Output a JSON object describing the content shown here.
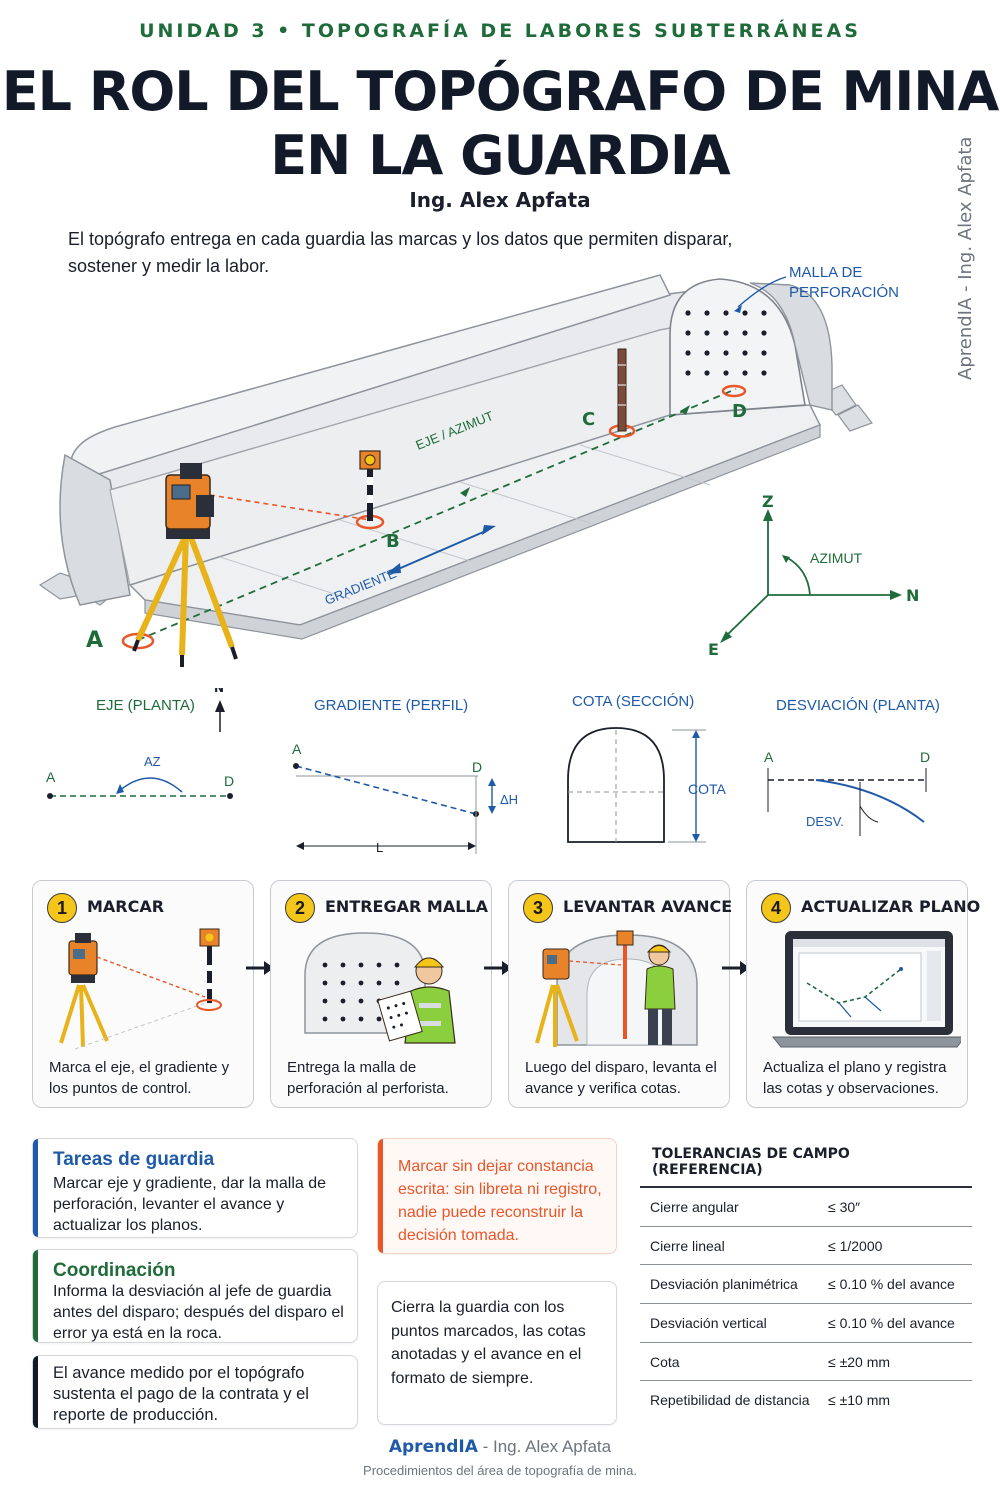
{
  "header": {
    "unit": "UNIDAD 3 • TOPOGRAFÍA DE LABORES SUBTERRÁNEAS",
    "title_line1": "EL ROL DEL TOPÓGRAFO DE MINA",
    "title_line2": "EN LA GUARDIA",
    "author": "Ing. Alex Apfata",
    "intro": "El topógrafo entrega en cada guardia las marcas y los datos que permiten disparar, sostener y medir la labor.",
    "side_credit": "AprendIA - Ing. Alex Apfata"
  },
  "hero": {
    "label_malla_1": "MALLA DE",
    "label_malla_2": "PERFORACIÓN",
    "label_eje": "EJE / AZIMUT",
    "label_gradiente": "GRADIENTE",
    "point_a": "A",
    "point_b": "B",
    "point_c": "C",
    "point_d": "D",
    "axis_z": "Z",
    "axis_n": "N",
    "axis_e": "E",
    "axis_azimut": "AZIMUT"
  },
  "views": {
    "eje": {
      "title": "EJE (PLANTA)",
      "a": "A",
      "d": "D",
      "n": "N",
      "az": "AZ"
    },
    "gradiente": {
      "title": "GRADIENTE (PERFIL)",
      "a": "A",
      "d": "D",
      "dh": "ΔH",
      "l": "L"
    },
    "cota": {
      "title": "COTA (SECCIÓN)",
      "cota": "COTA"
    },
    "desviacion": {
      "title": "DESVIACIÓN (PLANTA)",
      "a": "A",
      "d": "D",
      "desv": "DESV."
    }
  },
  "steps": [
    {
      "num": "1",
      "title": "MARCAR",
      "desc": "Marca el eje, el gradiente y los puntos de control."
    },
    {
      "num": "2",
      "title": "ENTREGAR MALLA",
      "desc": "Entrega la malla de perforación al perforista."
    },
    {
      "num": "3",
      "title": "LEVANTAR AVANCE",
      "desc": "Luego del disparo, levanta el avance y verifica cotas."
    },
    {
      "num": "4",
      "title": "ACTUALIZAR PLANO",
      "desc": "Actualiza el plano y registra las cotas y observaciones."
    }
  ],
  "cards": {
    "tareas": {
      "title": "Tareas de guardia",
      "text": "Marcar eje y gradiente, dar la malla de perforación, levanter el avance y actualizar los planos."
    },
    "coordinacion": {
      "title": "Coordinación",
      "text": "Informa la desviación al jefe de guardia antes del disparo; después del disparo el error ya está en la roca."
    },
    "avance": {
      "text": "El avance medido por el topógrafo sustenta el pago de la contrata y el reporte de producción."
    },
    "warning": {
      "text": "Marcar sin dejar constancia escrita: sin libreta ni registro, nadie puede reconstruir la decisión tomada."
    },
    "cierre": {
      "text": "Cierra la guardia con los puntos marcados, las cotas anotadas y el avance en el formato de siempre."
    }
  },
  "tolerances": {
    "title": "TOLERANCIAS DE CAMPO (REFERENCIA)",
    "rows": [
      {
        "k": "Cierre angular",
        "v": "≤ 30″"
      },
      {
        "k": "Cierre lineal",
        "v": "≤ 1/2000"
      },
      {
        "k": "Desviación planimétrica",
        "v": "≤ 0.10 % del avance"
      },
      {
        "k": "Desviación vertical",
        "v": "≤ 0.10 % del avance"
      },
      {
        "k": "Cota",
        "v": "≤ ±20 mm"
      },
      {
        "k": "Repetibilidad de distancia",
        "v": "≤ ±10 mm"
      }
    ]
  },
  "footer": {
    "brand": "AprendIA",
    "rest": " - Ing. Alex Apfata",
    "note": "Procedimientos del área de topografía de mina."
  },
  "colors": {
    "green": "#1f6b3a",
    "blue": "#1e5aa8",
    "orange": "#e8562a",
    "yellow": "#f4c61a",
    "navy": "#121a2a"
  }
}
